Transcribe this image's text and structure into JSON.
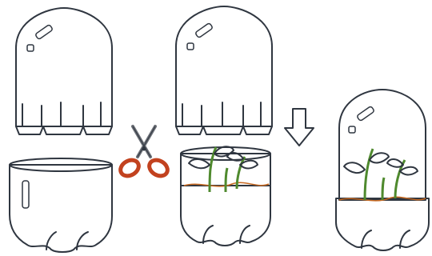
{
  "colors": {
    "bottle_blue": "#7ea3df",
    "bottle_blue_light": "#c9d9f2",
    "bottle_blue_dark": "#4f78c7",
    "soil_orange": "#f0a35a",
    "soil_orange_dark": "#e07d2c",
    "leaf_green": "#9bc33b",
    "leaf_yellow": "#d8dc4a",
    "stem_green": "#4f8a2e",
    "scissors_red": "#c2421f",
    "ink": "#2f3640",
    "dome_glass": "#e9f0f6"
  },
  "icons": {
    "scissors": "scissors-icon",
    "arrow": "arrow-down-icon"
  },
  "steps": [
    {
      "name": "cut-bottle",
      "parts": [
        "bottle-top",
        "bottle-bottom"
      ]
    },
    {
      "name": "plant-seedlings",
      "parts": [
        "bottle-top",
        "planted-base"
      ]
    },
    {
      "name": "assembled-greenhouse",
      "parts": [
        "mini-greenhouse"
      ]
    }
  ]
}
